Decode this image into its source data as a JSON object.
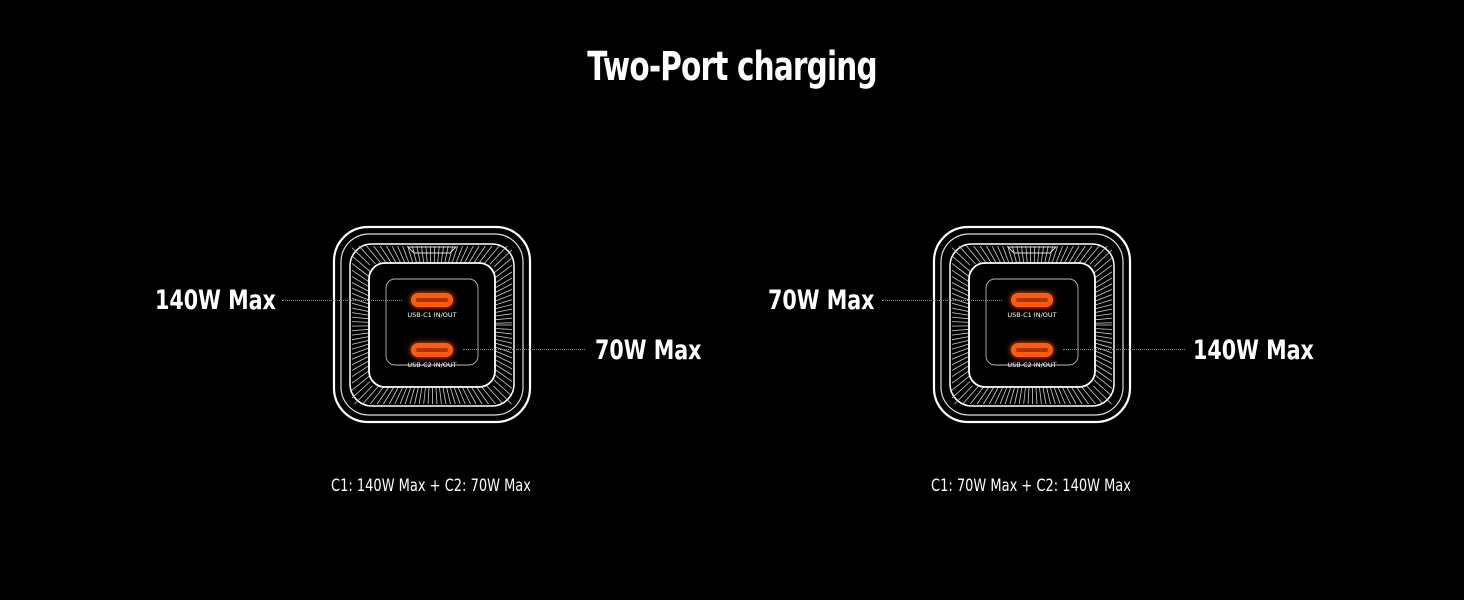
{
  "title": "Two-Port charging",
  "configs": [
    {
      "c1_label": "140W Max",
      "c2_label": "70W Max",
      "caption": "C1: 140W Max + C2: 70W Max"
    },
    {
      "c1_label": "70W Max",
      "c2_label": "140W Max",
      "caption": "C1: 70W Max + C2: 140W Max"
    }
  ],
  "ports": {
    "c1": "USB-C1 IN/OUT",
    "c2": "USB-C2 IN/OUT"
  },
  "colors": {
    "port": "#ff5a0a",
    "glow": "#ff7a20"
  }
}
